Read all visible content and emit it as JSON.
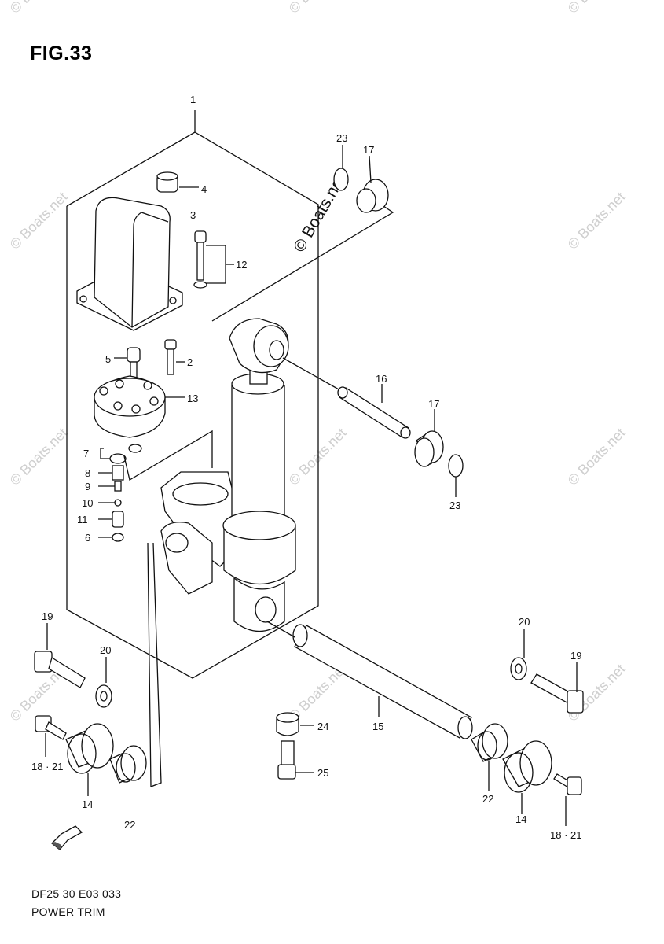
{
  "figure": {
    "title": "FIG.33"
  },
  "footer": {
    "code": "DF25 30 E03  033",
    "name": "POWER TRIM"
  },
  "watermark": {
    "text": "© Boats.net"
  },
  "callouts": [
    {
      "id": "c1",
      "text": "1"
    },
    {
      "id": "c2",
      "text": "2"
    },
    {
      "id": "c3",
      "text": "3"
    },
    {
      "id": "c4",
      "text": "4"
    },
    {
      "id": "c5",
      "text": "5"
    },
    {
      "id": "c6",
      "text": "6"
    },
    {
      "id": "c7",
      "text": "7"
    },
    {
      "id": "c8",
      "text": "8"
    },
    {
      "id": "c9",
      "text": "9"
    },
    {
      "id": "c10",
      "text": "10"
    },
    {
      "id": "c11",
      "text": "11"
    },
    {
      "id": "c12",
      "text": "12"
    },
    {
      "id": "c13",
      "text": "13"
    },
    {
      "id": "c14a",
      "text": "14"
    },
    {
      "id": "c14b",
      "text": "14"
    },
    {
      "id": "c15",
      "text": "15"
    },
    {
      "id": "c16",
      "text": "16"
    },
    {
      "id": "c17a",
      "text": "17"
    },
    {
      "id": "c17b",
      "text": "17"
    },
    {
      "id": "c18a",
      "text": "18 · 21"
    },
    {
      "id": "c18b",
      "text": "18 · 21"
    },
    {
      "id": "c19a",
      "text": "19"
    },
    {
      "id": "c19b",
      "text": "19"
    },
    {
      "id": "c20a",
      "text": "20"
    },
    {
      "id": "c20b",
      "text": "20"
    },
    {
      "id": "c22a",
      "text": "22"
    },
    {
      "id": "c22b",
      "text": "22"
    },
    {
      "id": "c23a",
      "text": "23"
    },
    {
      "id": "c23b",
      "text": "23"
    },
    {
      "id": "c24",
      "text": "24"
    },
    {
      "id": "c25",
      "text": "25"
    }
  ],
  "icons": {
    "forward_arrow": "fwd-arrow-icon"
  }
}
